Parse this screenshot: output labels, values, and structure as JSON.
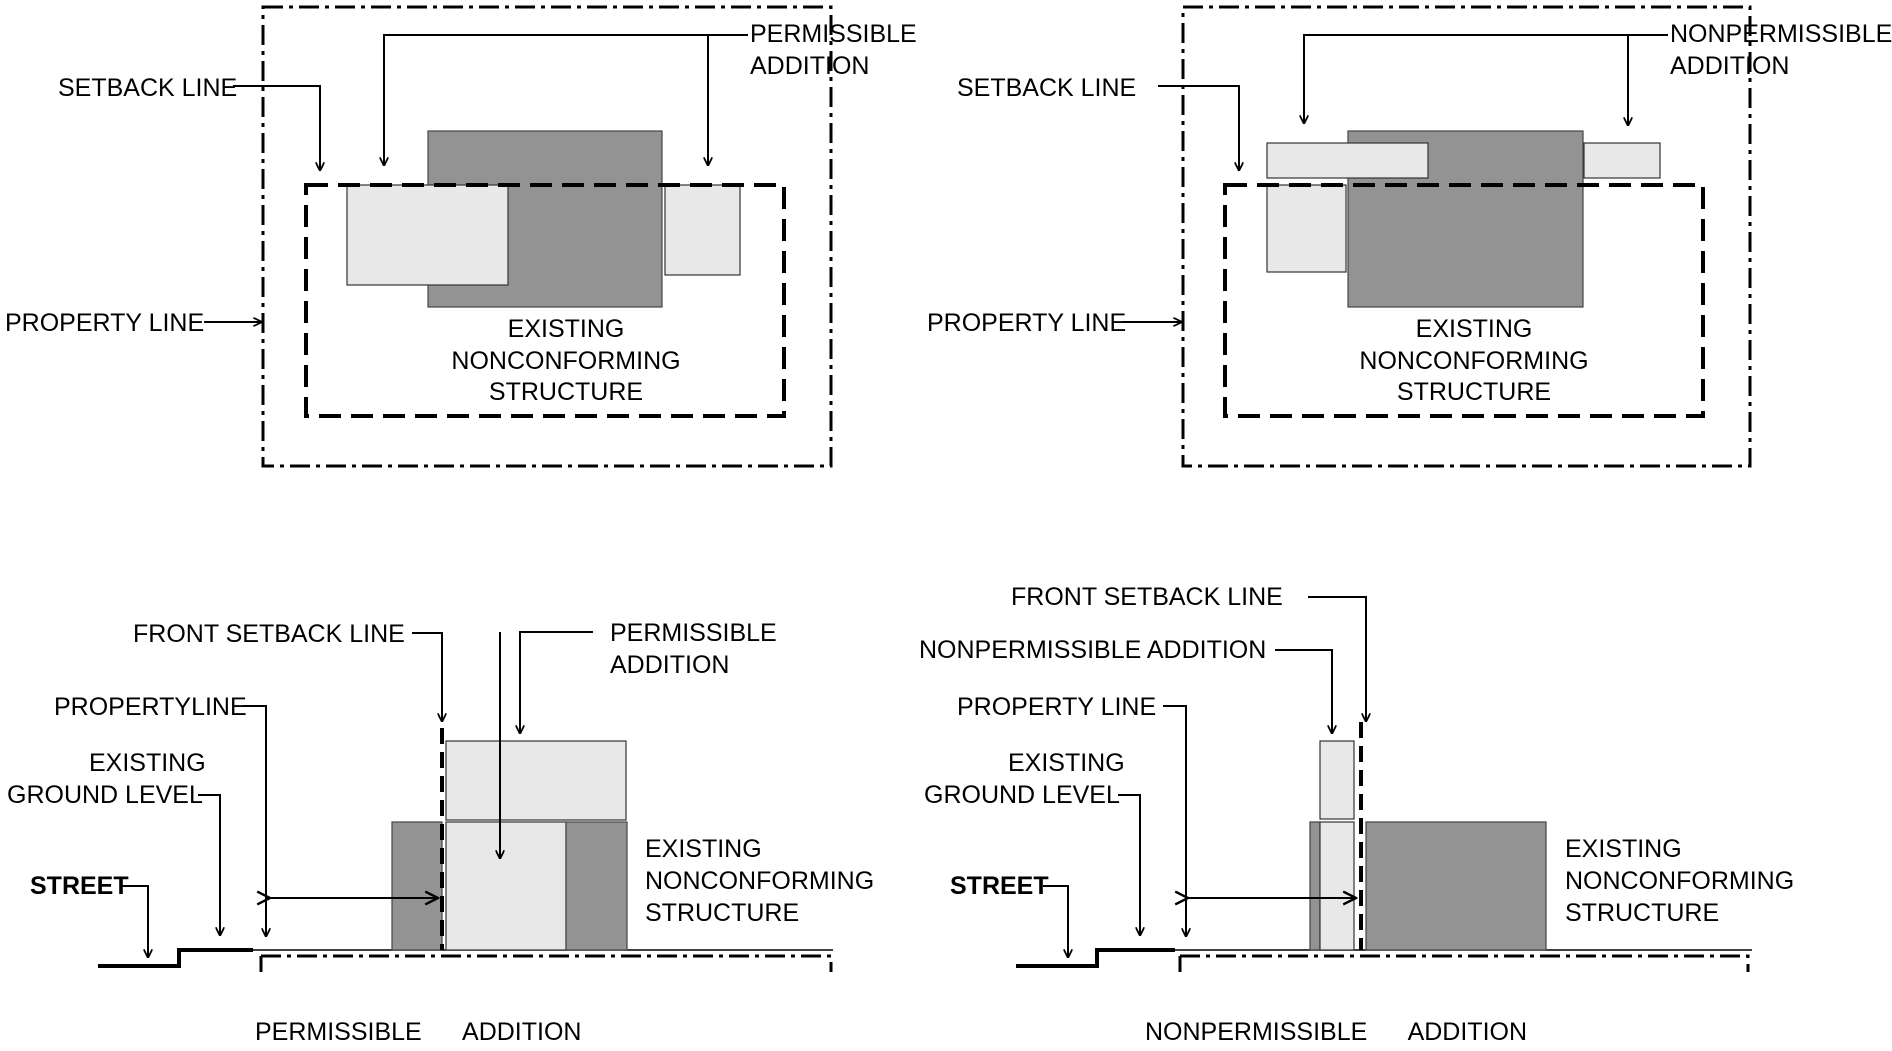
{
  "top_left": {
    "permissible_addition": [
      "PERMISSIBLE",
      "ADDITION"
    ],
    "setback_line": "SETBACK LINE",
    "property_line": "PROPERTY LINE",
    "structure": [
      "EXISTING",
      "NONCONFORMING",
      "STRUCTURE"
    ]
  },
  "top_right": {
    "nonpermissible_addition": [
      "NONPERMISSIBLE",
      "ADDITION"
    ],
    "setback_line": "SETBACK LINE",
    "property_line": "PROPERTY LINE",
    "structure": [
      "EXISTING",
      "NONCONFORMING",
      "STRUCTURE"
    ]
  },
  "bottom_left": {
    "front_setback_line": "FRONT  SETBACK LINE",
    "permissible_addition": [
      "PERMISSIBLE",
      "ADDITION"
    ],
    "property_line": "PROPERTYLINE",
    "ground_level": [
      "EXISTING",
      "GROUND LEVEL"
    ],
    "street": "STREET",
    "structure": [
      "EXISTING",
      "NONCONFORMING",
      "STRUCTURE"
    ],
    "caption": "PERMISSIBLE      ADDITION"
  },
  "bottom_right": {
    "front_setback_line": "FRONT  SETBACK LINE",
    "nonpermissible_addition": "NONPERMISSIBLE  ADDITION",
    "property_line": "PROPERTY LINE",
    "ground_level": [
      "EXISTING",
      "GROUND LEVEL"
    ],
    "street": "STREET",
    "structure": [
      "EXISTING",
      "NONCONFORMING",
      "STRUCTURE"
    ],
    "caption": "NONPERMISSIBLE      ADDITION"
  },
  "colors": {
    "existing_structure": "#939393",
    "addition": "#e8e8e8"
  }
}
